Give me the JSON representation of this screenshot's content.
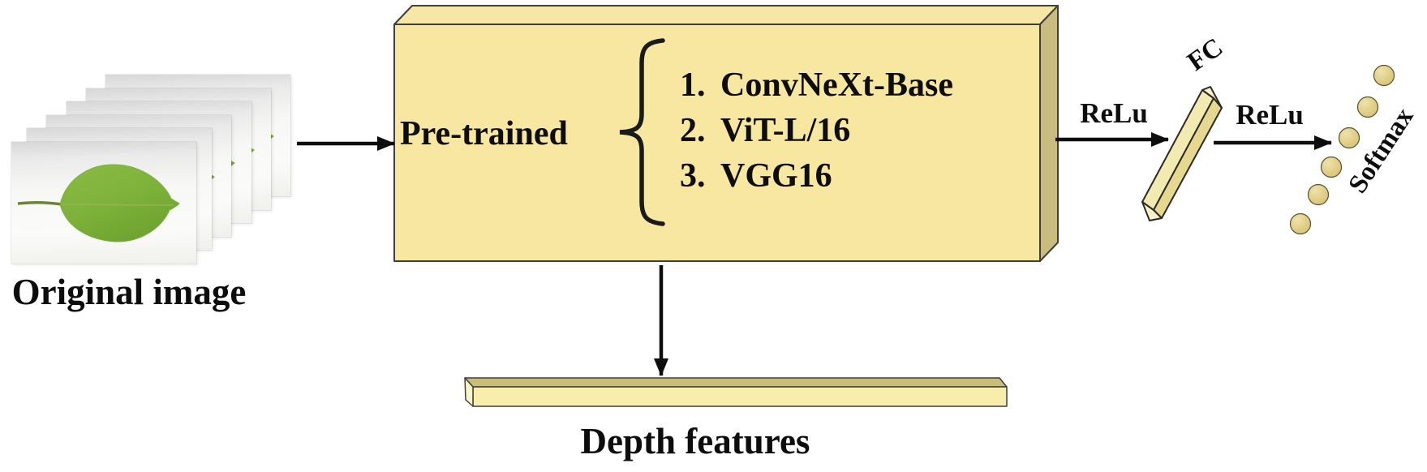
{
  "diagram": {
    "input": {
      "label": "Original image",
      "photo_count": 6,
      "photo_subject": "green leaf on white background"
    },
    "pretrained_box": {
      "label": "Pre-trained",
      "models": [
        {
          "number": "1.",
          "name": "ConvNeXt-Base"
        },
        {
          "number": "2.",
          "name": "ViT-L/16"
        },
        {
          "number": "3.",
          "name": "VGG16"
        }
      ]
    },
    "fc_stage": {
      "relu_label": "ReLu",
      "layer_label": "FC"
    },
    "output_stage": {
      "relu_label": "ReLu",
      "label": "Softmax",
      "node_count": 6
    },
    "depth_features": {
      "label": "Depth features"
    },
    "colors": {
      "box_front": "#F8E7A1",
      "box_top": "#F6E7A6",
      "box_side": "#CABC7E",
      "bar_front": "#F8EEAC",
      "bar_top": "#CBBD76",
      "node_fill": "#DFCD85",
      "leaf_green": "#7DB23A",
      "line": "#0d0d0d"
    }
  }
}
